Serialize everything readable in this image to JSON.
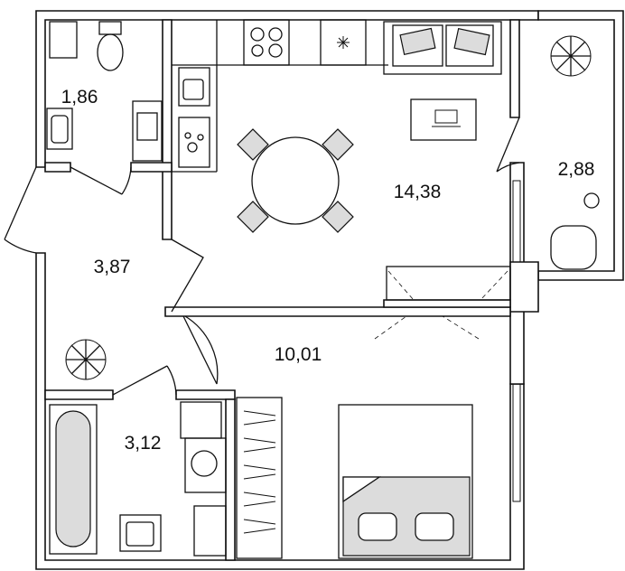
{
  "plan": {
    "rooms": [
      {
        "id": "bathroom-top",
        "area": "1,86"
      },
      {
        "id": "kitchen-living",
        "area": "14,38"
      },
      {
        "id": "balcony",
        "area": "2,88"
      },
      {
        "id": "hallway",
        "area": "3,87"
      },
      {
        "id": "bedroom",
        "area": "10,01"
      },
      {
        "id": "bathroom-bottom",
        "area": "3,12"
      }
    ],
    "colors": {
      "wall": "#111111",
      "furniture_fill": "#dcdcdc",
      "background": "#ffffff"
    }
  }
}
